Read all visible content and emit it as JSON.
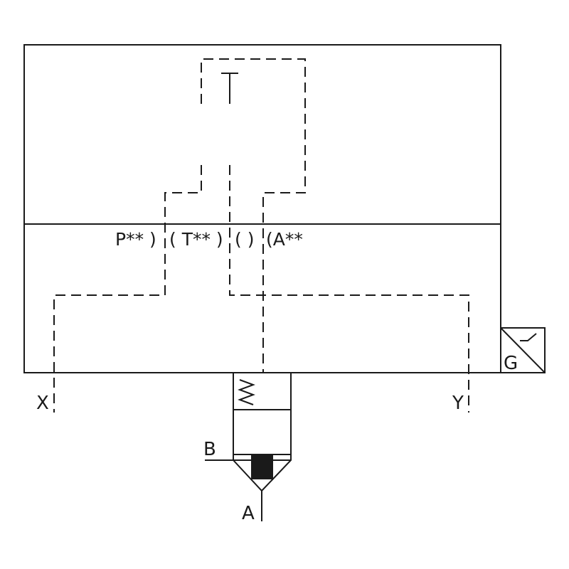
{
  "diagram": {
    "labels": {
      "top_port": "T",
      "port_p": "P** )",
      "port_t": "( T** )",
      "port_mid": "( )",
      "port_a": "(A**",
      "x": "X",
      "y": "Y",
      "b": "B",
      "a": "A",
      "g": "G"
    },
    "colors": {
      "line": "#1a1a1a",
      "background": "#ffffff",
      "poppet": "#1a1a1a"
    }
  }
}
